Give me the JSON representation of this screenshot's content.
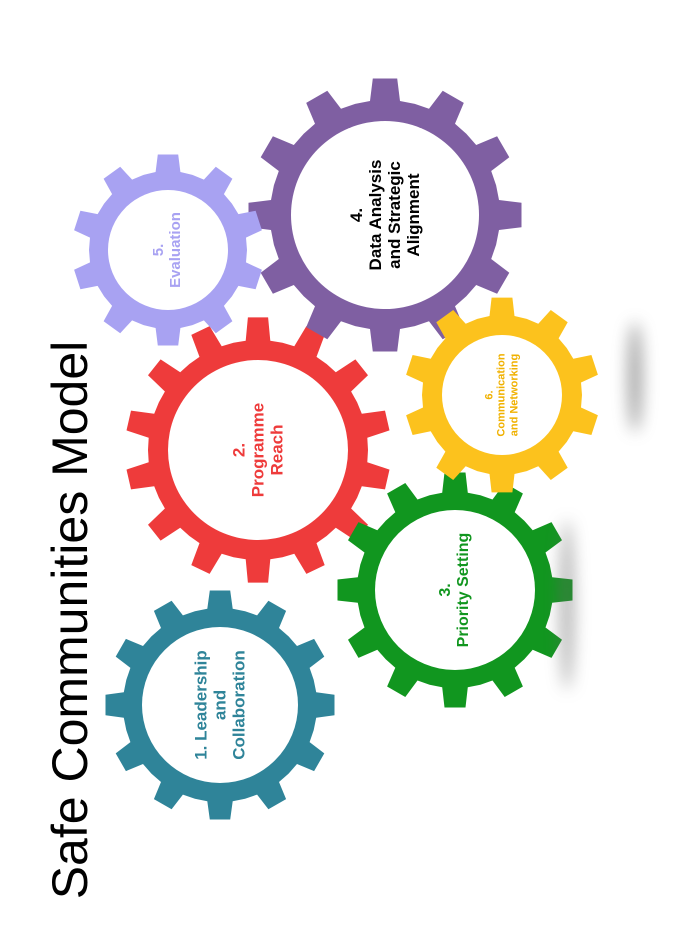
{
  "title": "Safe Communities Model",
  "gears": [
    {
      "id": "gear-1-leadership",
      "color": "#2F8499",
      "text_color": "#2F8499",
      "lines": [
        "1. Leadership",
        "and",
        "Collaboration"
      ]
    },
    {
      "id": "gear-2-programme-reach",
      "color": "#EE3B3B",
      "text_color": "#EE3B3B",
      "lines": [
        "2.",
        "Programme",
        "Reach"
      ]
    },
    {
      "id": "gear-3-priority-setting",
      "color": "#11961F",
      "text_color": "#11961F",
      "lines": [
        "3.",
        "Priority Setting"
      ]
    },
    {
      "id": "gear-4-data-analysis",
      "color": "#7F5FA2",
      "text_color": "#000000",
      "lines": [
        "4.",
        "Data Analysis",
        "and Strategic",
        "Alignment"
      ]
    },
    {
      "id": "gear-5-evaluation",
      "color": "#A8A2F2",
      "text_color": "#A8A2F2",
      "lines": [
        "5.",
        "Evaluation"
      ]
    },
    {
      "id": "gear-6-communication",
      "color": "#FCC21D",
      "text_color": "#F0B100",
      "lines": [
        "6.",
        "Communication",
        "and Networking"
      ]
    }
  ]
}
